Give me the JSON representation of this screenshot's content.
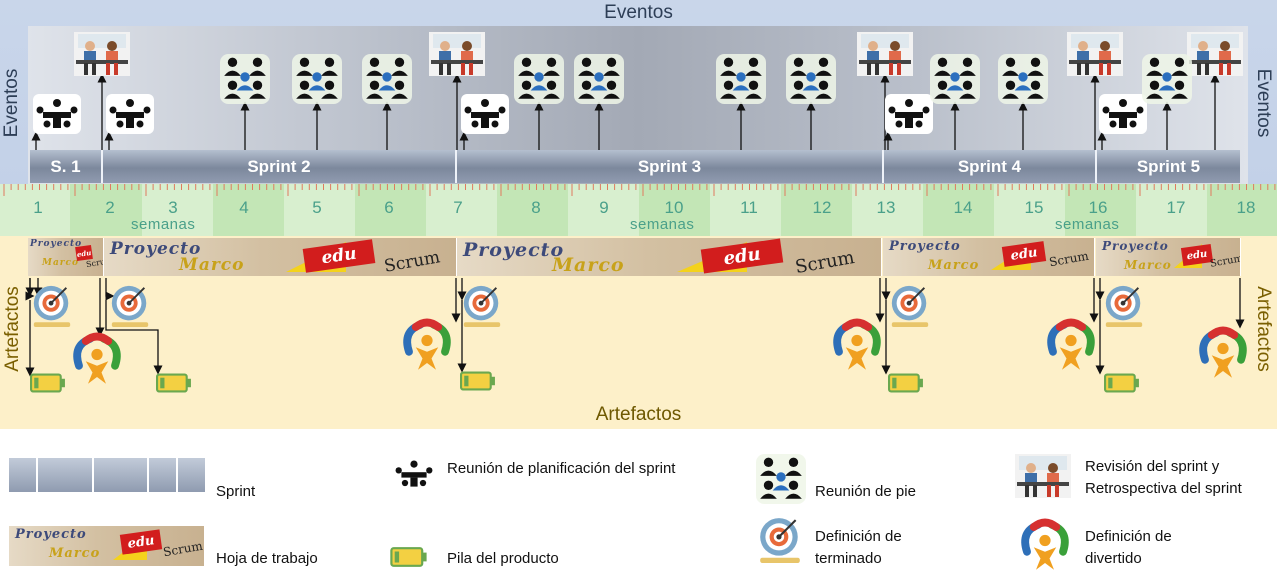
{
  "events": {
    "title": "Eventos",
    "side_label": "Eventos"
  },
  "artifacts": {
    "title": "Artefactos",
    "side_label": "Artefactos"
  },
  "sprints": [
    {
      "label": "S. 1"
    },
    {
      "label": "Sprint 2"
    },
    {
      "label": "Sprint 3"
    },
    {
      "label": "Sprint 4"
    },
    {
      "label": "Sprint 5"
    }
  ],
  "weeks": [
    "1",
    "2",
    "3",
    "4",
    "5",
    "6",
    "7",
    "8",
    "9",
    "10",
    "11",
    "12",
    "13",
    "14",
    "15",
    "16",
    "17",
    "18"
  ],
  "weeks_label": "semanas",
  "worksheet": {
    "line1": "Proyecto",
    "line2": "Marco",
    "badge": "edu",
    "brand": "Scrum"
  },
  "legend": {
    "sprint": "Sprint",
    "worksheet": "Hoja de trabajo",
    "planning": "Reunión de planificación del sprint",
    "backlog": "Pila del producto",
    "standup": "Reunión de pie",
    "done": "Definición de terminado",
    "review": "Revisión del sprint y Retrospectiva del sprint",
    "fun": "Definición de divertido"
  },
  "colors": {
    "events_band": "#c3d1e8",
    "sprint_bar": "#8a95a8",
    "weeks_band": "#d8efcf",
    "weeks_text": "#4aa08a",
    "artifacts_band": "#fdf0c9",
    "edu_red": "#d21d1d"
  }
}
